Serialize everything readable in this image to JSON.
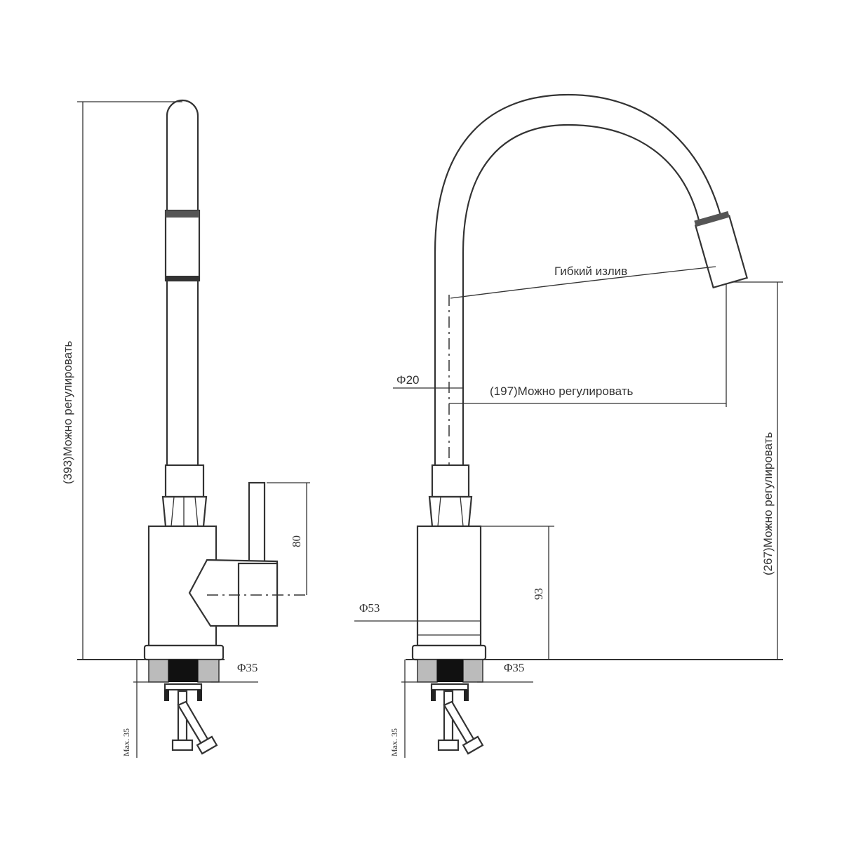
{
  "left_view": {
    "height_label": "(393)Можно регулировать",
    "handle_label": "80",
    "hole_label": "Φ35",
    "max_label": "Max. 35"
  },
  "right_view": {
    "spout_label": "Гибкий излив",
    "tube_diameter_label": "Φ20",
    "reach_label": "(197)Можно регулировать",
    "spout_height_label": "(267)Можно регулировать",
    "body_height_label": "93",
    "body_diameter_label": "Φ53",
    "hole_label": "Φ35",
    "max_label": "Max. 35"
  }
}
